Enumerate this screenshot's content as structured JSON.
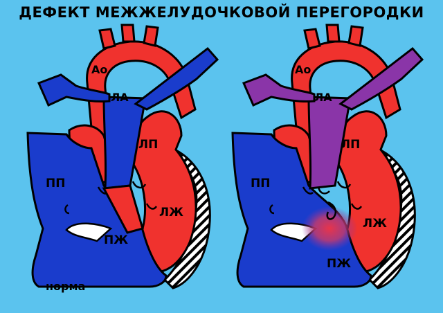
{
  "title": "ДЕФЕКТ МЕЖЖЕЛУДОЧКОВОЙ ПЕРЕГОРОДКИ",
  "caption": "норма",
  "labels": {
    "ao": "Ао",
    "pa": "ЛА",
    "lp": "ЛП",
    "pp": "ПП",
    "lzh": "ЛЖ",
    "pzh": "ПЖ"
  },
  "colors": {
    "background": "#5bc3ee",
    "arterial": "#f0322e",
    "venous": "#1a3ccc",
    "mixed": "#8a35a8",
    "outline": "#000000"
  }
}
